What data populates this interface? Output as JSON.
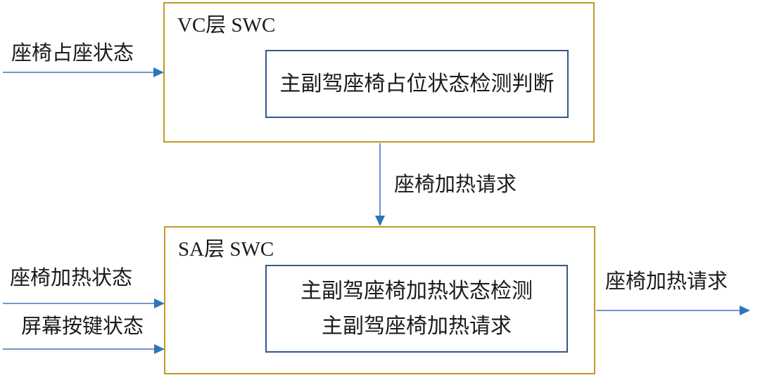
{
  "colors": {
    "container_border": "#C19A26",
    "block_border": "#35578A",
    "arrow": "#4472C4",
    "text": "#1b1b1b",
    "background": "#ffffff"
  },
  "diagram": {
    "vc_container": {
      "title": "VC层 SWC",
      "block": {
        "label": "主副驾座椅占位状态检测判断"
      }
    },
    "sa_container": {
      "title": "SA层 SWC",
      "block": {
        "line1": "主副驾座椅加热状态检测",
        "line2": "主副驾座椅加热请求"
      }
    },
    "signals": {
      "seat_occupancy_in": {
        "label": "座椅占座状态"
      },
      "seat_heat_request_mid": {
        "label": "座椅加热请求"
      },
      "seat_heat_status_in": {
        "label": "座椅加热状态"
      },
      "screen_button_status_in": {
        "label": "屏幕按键状态"
      },
      "seat_heat_request_out": {
        "label": "座椅加热请求"
      }
    }
  }
}
